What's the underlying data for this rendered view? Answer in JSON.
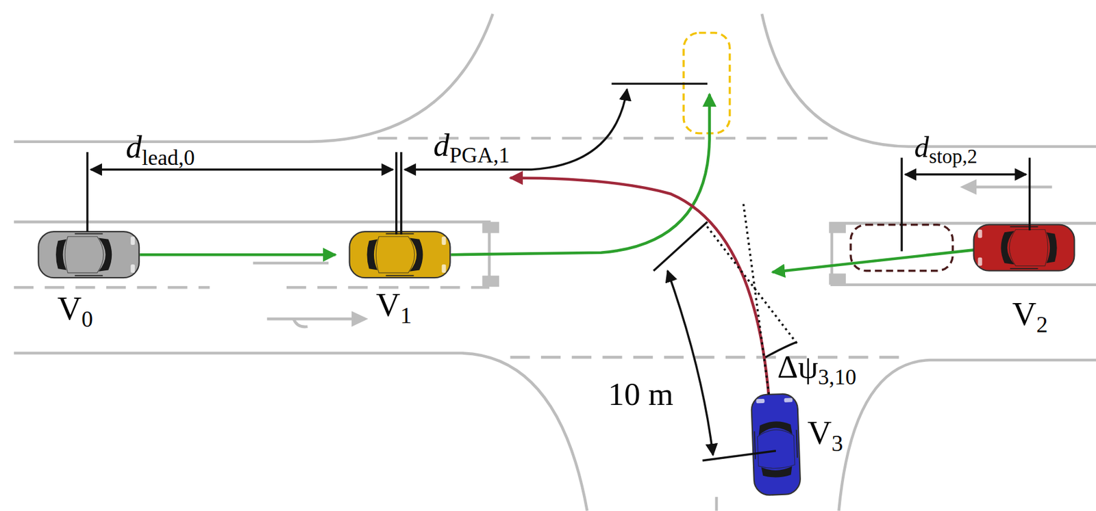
{
  "diagram": {
    "labels": [
      "d",
      "lead,0",
      "d",
      "PGA,1",
      "d",
      "stop,2",
      "V",
      "0",
      "V",
      "1",
      "V",
      "2",
      "V",
      "3",
      "10 m",
      "Δψ",
      "3,10"
    ]
  }
}
